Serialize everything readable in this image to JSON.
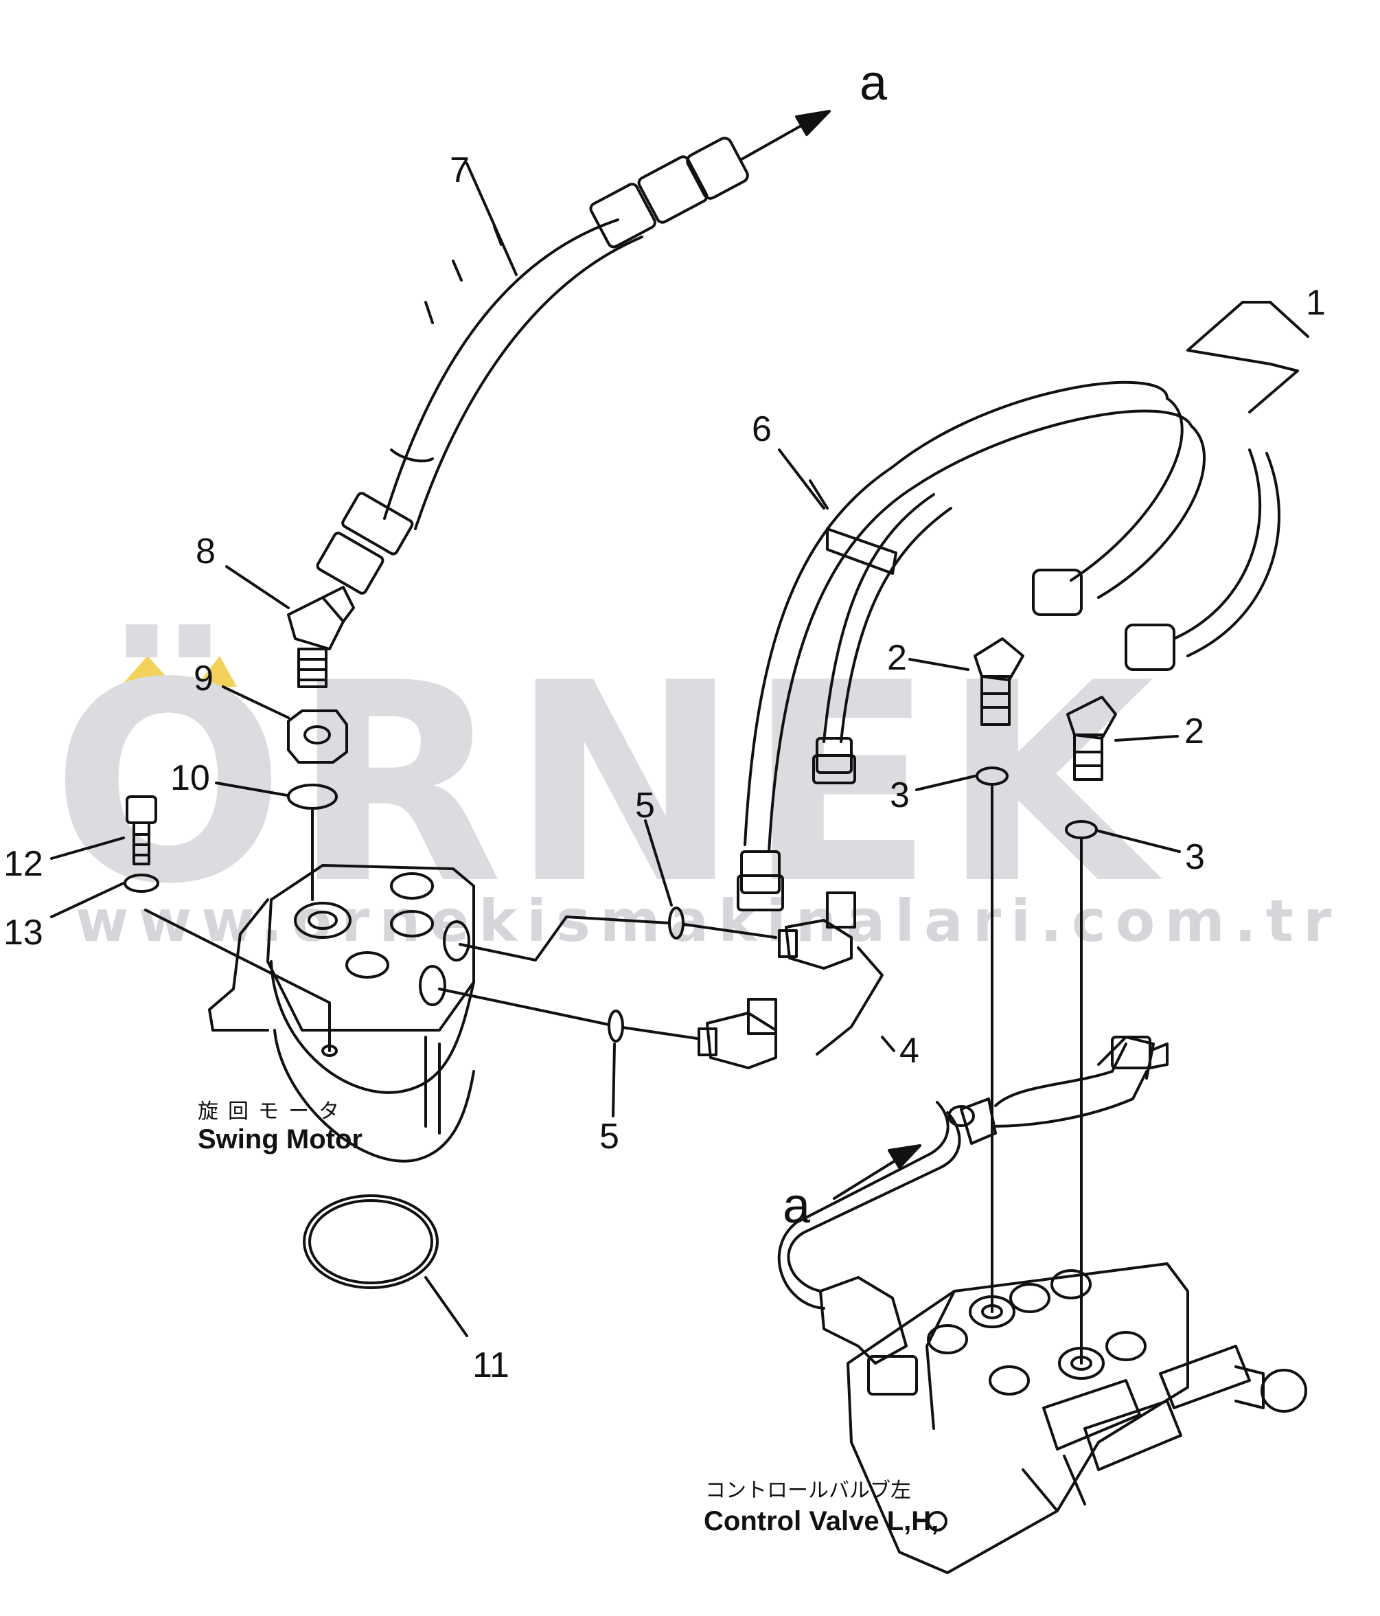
{
  "watermark": {
    "brand": "ÖRNEK",
    "url": "www.ornekismakinalari.com.tr",
    "brand_color": "#dcdce0",
    "accent_color": "#f2d25a"
  },
  "callouts": {
    "n1": "1",
    "n2a": "2",
    "n2b": "2",
    "n3a": "3",
    "n3b": "3",
    "n4": "4",
    "n5a": "5",
    "n5b": "5",
    "n6": "6",
    "n7": "7",
    "n8": "8",
    "n9": "9",
    "n10": "10",
    "n11": "11",
    "n12": "12",
    "n13": "13"
  },
  "flow_markers": {
    "top": "a",
    "bottom": "a"
  },
  "captions": {
    "swing_motor_jp": "旋回モータ",
    "swing_motor_en": "Swing Motor",
    "control_valve_jp": "コントロールバルブ左",
    "control_valve_en": "Control Valve L,H,"
  },
  "line_color": "#111111"
}
